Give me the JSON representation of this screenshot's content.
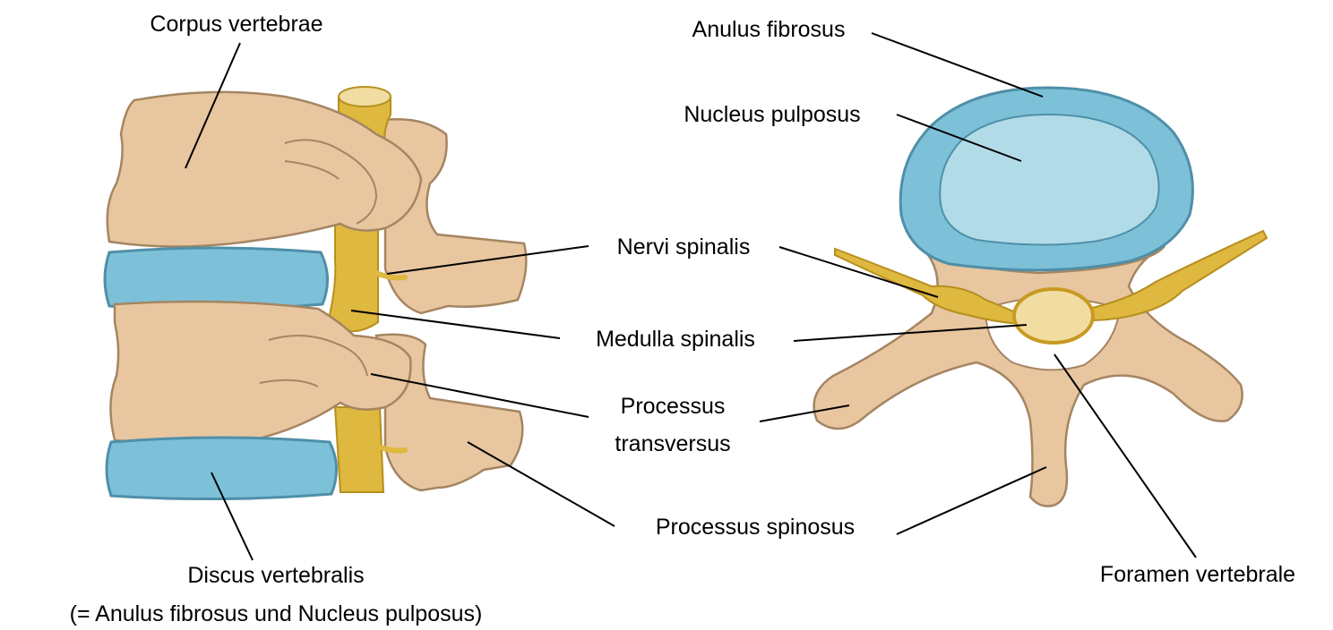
{
  "labels": {
    "corpus_vertebrae": "Corpus vertebrae",
    "nervi_spinalis": "Nervi spinalis",
    "medulla_spinalis": "Medulla spinalis",
    "processus_transversus_line1": "Processus",
    "processus_transversus_line2": "transversus",
    "processus_spinosus": "Processus spinosus",
    "discus_vertebralis": "Discus vertebralis",
    "discus_note": "(= Anulus fibrosus und Nucleus pulposus)",
    "anulus_fibrosus": "Anulus fibrosus",
    "nucleus_pulposus": "Nucleus pulposus",
    "foramen_vertebrale": "Foramen vertebrale"
  },
  "colors": {
    "bone_fill": "#e8c6a0",
    "bone_stroke": "#a58562",
    "disc_fill": "#7dc1d9",
    "disc_stroke": "#4f8fa8",
    "nucleus_fill": "#b2dbe8",
    "nerve_fill": "#dfb83f",
    "nerve_stroke": "#b58f1f",
    "cord_fill": "#f1dda1",
    "line": "#000000",
    "text": "#000000"
  }
}
